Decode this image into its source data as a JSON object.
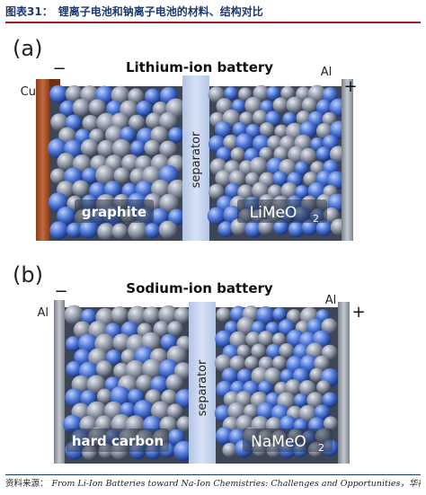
{
  "figure": {
    "number": "图表31：",
    "title": "锂离子电池和钠离子电池的材料、结构对比"
  },
  "panel_a": {
    "letter": "(a)",
    "title": "Lithium-ion battery",
    "left_collector": "Cu",
    "left_sign": "−",
    "right_collector": "Al",
    "right_sign": "+",
    "separator": "separator",
    "anode": "graphite",
    "cathode_main": "LiMeO",
    "cathode_sub": "2"
  },
  "panel_b": {
    "letter": "(b)",
    "title": "Sodium-ion battery",
    "left_collector": "Al",
    "left_sign": "−",
    "right_collector": "Al",
    "right_sign": "+",
    "separator": "separator",
    "anode": "hard carbon",
    "cathode_main": "NaMeO",
    "cathode_sub": "2"
  },
  "source": {
    "label": "资料来源：",
    "text": "From Li-Ion Batteries toward Na-Ion Chemistries: Challenges and Opportunities，华福证券"
  },
  "colors": {
    "copper": "#b0582e",
    "aluminum": "#9aa0a8",
    "separator": "#c4d3ec",
    "sphere_gray": "#8e96a6",
    "sphere_blue": "#4c78d6",
    "title_blue": "#1a3a6e"
  }
}
